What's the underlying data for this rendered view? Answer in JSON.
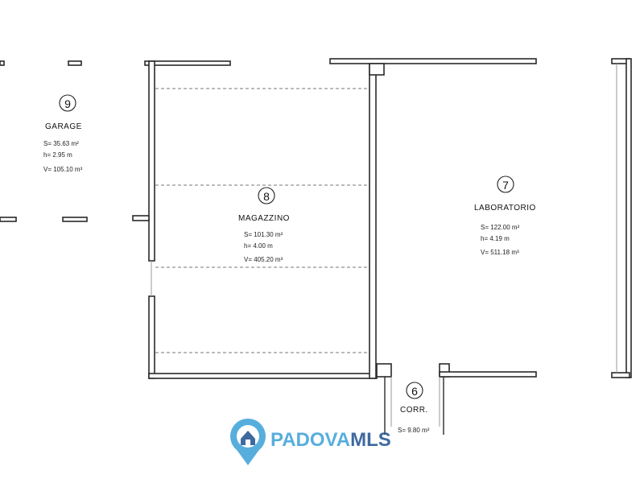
{
  "rooms": [
    {
      "number": "9",
      "name": "GARAGE",
      "surface": "S=  35.63 m²",
      "height": "h=   2.95 m",
      "volume": "V= 105.10 m³"
    },
    {
      "number": "8",
      "name": "MAGAZZINO",
      "surface": "S= 101.30 m²",
      "height": "h=   4.00 m",
      "volume": "V= 405.20 m³"
    },
    {
      "number": "7",
      "name": "LABORATORIO",
      "surface": "S= 122.00 m²",
      "height": "h=   4.19 m",
      "volume": "V= 511.18 m³"
    },
    {
      "number": "6",
      "name": "CORR.",
      "surface": "S= 9.80 m²"
    }
  ],
  "watermark": {
    "brand_part1": "PADOVA",
    "brand_part2": "MLS",
    "color_light": "#3aa1d8",
    "color_dark": "#1e4f8f",
    "icon": "house-location-pin-icon"
  }
}
